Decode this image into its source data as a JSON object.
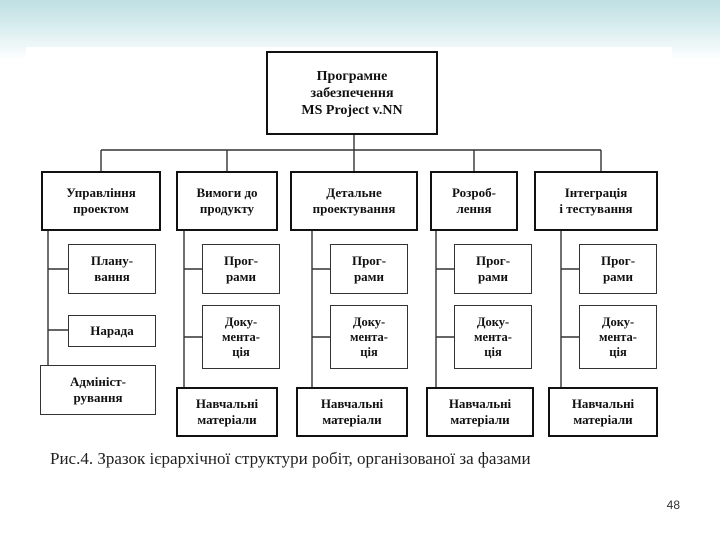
{
  "root": "Програмне\nзабезпечення\nMS Project v.NN",
  "phases": [
    {
      "title": "Управління\nпроектом",
      "children": [
        "Плану-\nвання",
        "Нарада",
        "Адмініст-\nрування"
      ]
    },
    {
      "title": "Вимоги до\nпродукту",
      "children": [
        "Прог-\nрами",
        "Доку-\nмента-\nція",
        "Навчальні\nматеріали"
      ]
    },
    {
      "title": "Детальне\nпроектування",
      "children": [
        "Прог-\nрами",
        "Доку-\nмента-\nція",
        "Навчальні\nматеріали"
      ]
    },
    {
      "title": "Розроб-\nлення",
      "children": [
        "Прог-\nрами",
        "Доку-\nмента-\nція",
        "Навчальні\nматеріали"
      ]
    },
    {
      "title": "Інтеграція\nі тестування",
      "children": [
        "Прог-\nрами",
        "Доку-\nмента-\nція",
        "Навчальні\nматеріали"
      ]
    }
  ],
  "caption": "Рис.4. Зразок ієрархічної структури робіт, організованої за фазами",
  "page_number": "48"
}
